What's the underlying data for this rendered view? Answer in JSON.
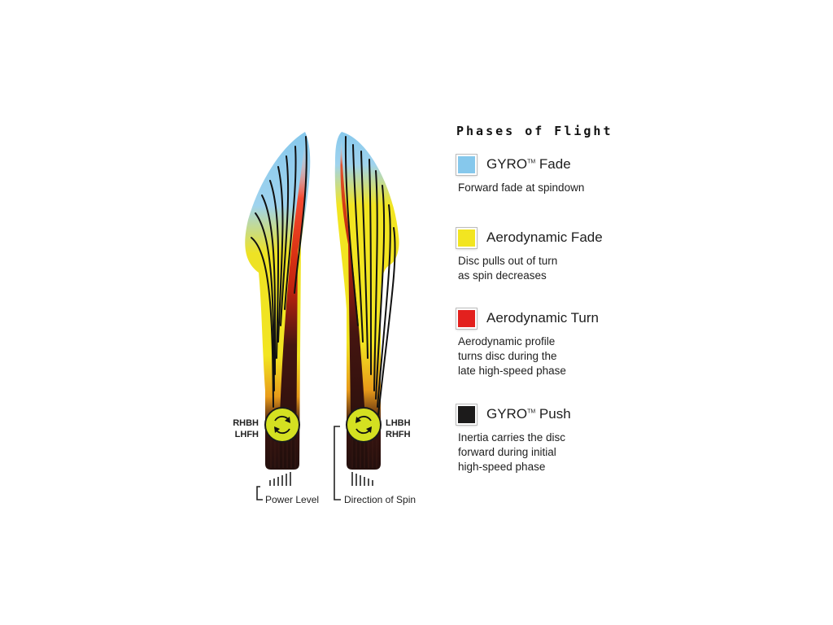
{
  "legend": {
    "title": "Phases of Flight",
    "phases": [
      {
        "name": "GYRO",
        "tm": "TM",
        "suffix": " Fade",
        "desc": "Forward fade at spindown",
        "color": "#86c8ec"
      },
      {
        "name": "Aerodynamic Fade",
        "tm": "",
        "suffix": "",
        "desc": "Disc pulls out of turn\nas spin decreases",
        "color": "#f2e521"
      },
      {
        "name": "Aerodynamic Turn",
        "tm": "",
        "suffix": "",
        "desc": "Aerodynamic profile\nturns disc during the\nlate high-speed phase",
        "color": "#e3211e"
      },
      {
        "name": "GYRO",
        "tm": "TM",
        "suffix": " Push",
        "desc": "Inertia carries the disc\nforward during initial\nhigh-speed phase",
        "color": "#1c1b1b"
      }
    ]
  },
  "left_path": {
    "throw_line1": "RHBH",
    "throw_line2": "LHFH",
    "callout": "Power Level"
  },
  "right_path": {
    "throw_line1": "LHBH",
    "throw_line2": "RHFH",
    "callout": "Direction of Spin"
  },
  "colors": {
    "gyro_fade": "#86c8ec",
    "aero_fade": "#f2e521",
    "aero_turn": "#e3211e",
    "gyro_push": "#1c1b1b",
    "spin_icon": "#d4e021"
  }
}
